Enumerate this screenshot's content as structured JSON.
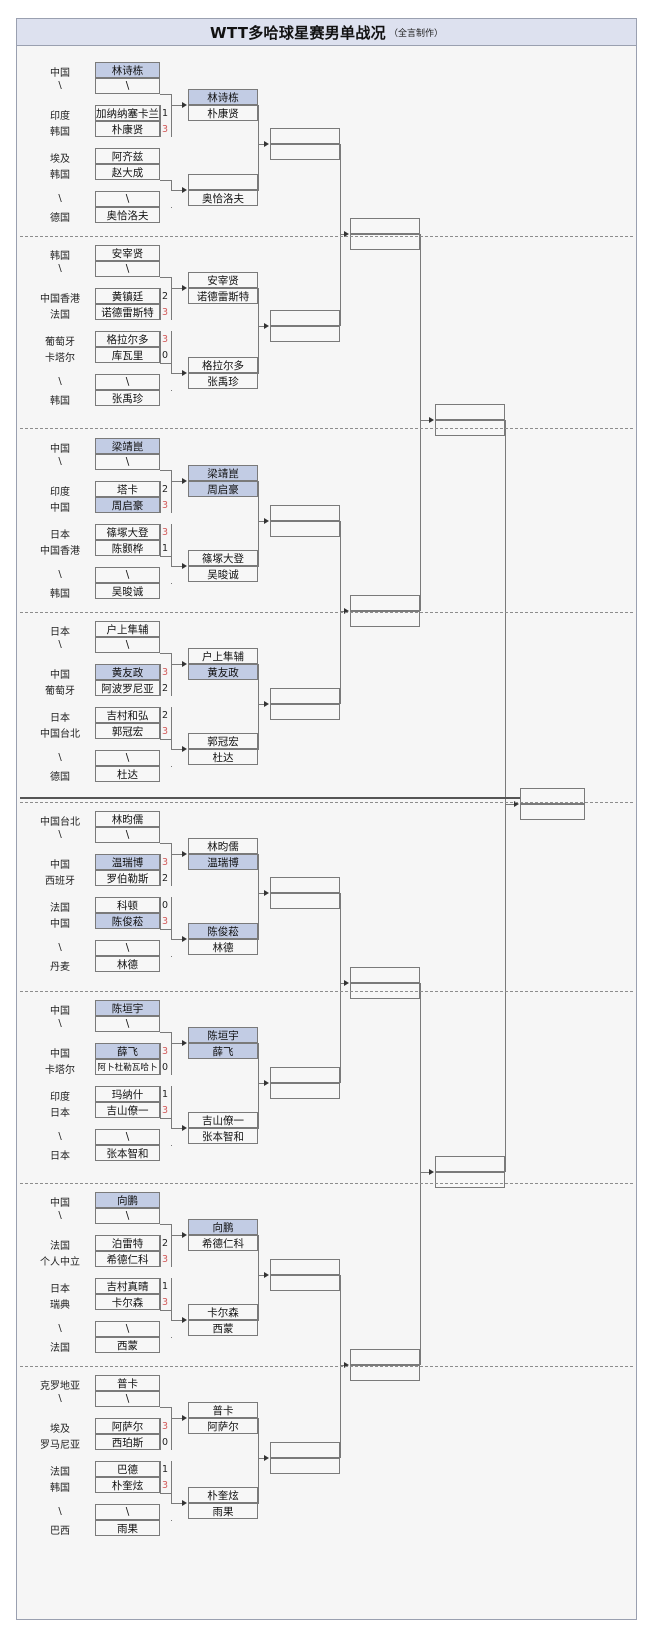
{
  "title": {
    "main": "WTT多哈球星赛男单战况",
    "sub": "（全言制作）"
  },
  "legend": {
    "bye_mark": "\\"
  },
  "sections": [
    {
      "id": "s1",
      "r1": [
        {
          "country": "中国",
          "name": "林诗栋",
          "score": "",
          "hl": true
        },
        {
          "country": "\\",
          "name": "\\",
          "score": "",
          "hl": false
        },
        {
          "country": "印度",
          "name": "加纳纳塞卡兰",
          "score": "1",
          "hl": false
        },
        {
          "country": "韩国",
          "name": "朴康贤",
          "score": "3",
          "hl": false
        },
        {
          "country": "埃及",
          "name": "阿齐兹",
          "score": "",
          "hl": false
        },
        {
          "country": "韩国",
          "name": "赵大成",
          "score": "",
          "hl": false
        },
        {
          "country": "\\",
          "name": "\\",
          "score": "",
          "hl": false
        },
        {
          "country": "德国",
          "name": "奥恰洛夫",
          "score": "",
          "hl": false
        }
      ],
      "r2": [
        {
          "name": "林诗栋",
          "hl": true
        },
        {
          "name": "朴康贤",
          "hl": false
        },
        {
          "name": "",
          "hl": false
        },
        {
          "name": "奥恰洛夫",
          "hl": false
        }
      ]
    },
    {
      "id": "s2",
      "r1": [
        {
          "country": "韩国",
          "name": "安宰贤",
          "score": "",
          "hl": false
        },
        {
          "country": "\\",
          "name": "\\",
          "score": "",
          "hl": false
        },
        {
          "country": "中国香港",
          "name": "黄镇廷",
          "score": "2",
          "hl": false
        },
        {
          "country": "法国",
          "name": "诺德雷斯特",
          "score": "3",
          "hl": false
        },
        {
          "country": "葡萄牙",
          "name": "格拉尔多",
          "score": "3",
          "hl": false
        },
        {
          "country": "卡塔尔",
          "name": "库瓦里",
          "score": "0",
          "hl": false
        },
        {
          "country": "\\",
          "name": "\\",
          "score": "",
          "hl": false
        },
        {
          "country": "韩国",
          "name": "张禹珍",
          "score": "",
          "hl": false
        }
      ],
      "r2": [
        {
          "name": "安宰贤",
          "hl": false
        },
        {
          "name": "诺德雷斯特",
          "hl": false
        },
        {
          "name": "格拉尔多",
          "hl": false
        },
        {
          "name": "张禹珍",
          "hl": false
        }
      ]
    },
    {
      "id": "s3",
      "r1": [
        {
          "country": "中国",
          "name": "梁靖崑",
          "score": "",
          "hl": true
        },
        {
          "country": "\\",
          "name": "\\",
          "score": "",
          "hl": false
        },
        {
          "country": "印度",
          "name": "塔卡",
          "score": "2",
          "hl": false
        },
        {
          "country": "中国",
          "name": "周启豪",
          "score": "3",
          "hl": true
        },
        {
          "country": "日本",
          "name": "篠塚大登",
          "score": "3",
          "hl": false
        },
        {
          "country": "中国香港",
          "name": "陈颢桦",
          "score": "1",
          "hl": false
        },
        {
          "country": "\\",
          "name": "\\",
          "score": "",
          "hl": false
        },
        {
          "country": "韩国",
          "name": "吴晙诚",
          "score": "",
          "hl": false
        }
      ],
      "r2": [
        {
          "name": "梁靖崑",
          "hl": true
        },
        {
          "name": "周启豪",
          "hl": true
        },
        {
          "name": "篠塚大登",
          "hl": false
        },
        {
          "name": "吴晙诚",
          "hl": false
        }
      ]
    },
    {
      "id": "s4",
      "r1": [
        {
          "country": "日本",
          "name": "户上隼辅",
          "score": "",
          "hl": false
        },
        {
          "country": "\\",
          "name": "\\",
          "score": "",
          "hl": false
        },
        {
          "country": "中国",
          "name": "黄友政",
          "score": "3",
          "hl": true
        },
        {
          "country": "葡萄牙",
          "name": "阿波罗尼亚",
          "score": "2",
          "hl": false
        },
        {
          "country": "日本",
          "name": "吉村和弘",
          "score": "2",
          "hl": false
        },
        {
          "country": "中国台北",
          "name": "郭冠宏",
          "score": "3",
          "hl": false
        },
        {
          "country": "\\",
          "name": "\\",
          "score": "",
          "hl": false
        },
        {
          "country": "德国",
          "name": "杜达",
          "score": "",
          "hl": false
        }
      ],
      "r2": [
        {
          "name": "户上隼辅",
          "hl": false
        },
        {
          "name": "黄友政",
          "hl": true
        },
        {
          "name": "郭冠宏",
          "hl": false
        },
        {
          "name": "杜达",
          "hl": false
        }
      ]
    },
    {
      "id": "s5",
      "r1": [
        {
          "country": "中国台北",
          "name": "林昀儒",
          "score": "",
          "hl": false
        },
        {
          "country": "\\",
          "name": "\\",
          "score": "",
          "hl": false
        },
        {
          "country": "中国",
          "name": "温瑞博",
          "score": "3",
          "hl": true
        },
        {
          "country": "西班牙",
          "name": "罗伯勒斯",
          "score": "2",
          "hl": false
        },
        {
          "country": "法国",
          "name": "科顿",
          "score": "0",
          "hl": false
        },
        {
          "country": "中国",
          "name": "陈俊菘",
          "score": "3",
          "hl": true
        },
        {
          "country": "\\",
          "name": "\\",
          "score": "",
          "hl": false
        },
        {
          "country": "丹麦",
          "name": "林德",
          "score": "",
          "hl": false
        }
      ],
      "r2": [
        {
          "name": "林昀儒",
          "hl": false
        },
        {
          "name": "温瑞博",
          "hl": true
        },
        {
          "name": "陈俊菘",
          "hl": true
        },
        {
          "name": "林德",
          "hl": false
        }
      ]
    },
    {
      "id": "s6",
      "r1": [
        {
          "country": "中国",
          "name": "陈垣宇",
          "score": "",
          "hl": true
        },
        {
          "country": "\\",
          "name": "\\",
          "score": "",
          "hl": false
        },
        {
          "country": "中国",
          "name": "薛飞",
          "score": "3",
          "hl": true
        },
        {
          "country": "卡塔尔",
          "name": "阿卜杜勒瓦哈卜",
          "score": "0",
          "hl": false
        },
        {
          "country": "印度",
          "name": "玛纳什",
          "score": "1",
          "hl": false
        },
        {
          "country": "日本",
          "name": "吉山僚一",
          "score": "3",
          "hl": false
        },
        {
          "country": "\\",
          "name": "\\",
          "score": "",
          "hl": false
        },
        {
          "country": "日本",
          "name": "张本智和",
          "score": "",
          "hl": false
        }
      ],
      "r2": [
        {
          "name": "陈垣宇",
          "hl": true
        },
        {
          "name": "薛飞",
          "hl": true
        },
        {
          "name": "吉山僚一",
          "hl": false
        },
        {
          "name": "张本智和",
          "hl": false
        }
      ]
    },
    {
      "id": "s7",
      "r1": [
        {
          "country": "中国",
          "name": "向鹏",
          "score": "",
          "hl": true
        },
        {
          "country": "\\",
          "name": "\\",
          "score": "",
          "hl": false
        },
        {
          "country": "法国",
          "name": "泊雷特",
          "score": "2",
          "hl": false
        },
        {
          "country": "个人中立",
          "name": "希德仁科",
          "score": "3",
          "hl": false
        },
        {
          "country": "日本",
          "name": "吉村真晴",
          "score": "1",
          "hl": false
        },
        {
          "country": "瑞典",
          "name": "卡尔森",
          "score": "3",
          "hl": false
        },
        {
          "country": "\\",
          "name": "\\",
          "score": "",
          "hl": false
        },
        {
          "country": "法国",
          "name": "西蒙",
          "score": "",
          "hl": false
        }
      ],
      "r2": [
        {
          "name": "向鹏",
          "hl": true
        },
        {
          "name": "希德仁科",
          "hl": false
        },
        {
          "name": "卡尔森",
          "hl": false
        },
        {
          "name": "西蒙",
          "hl": false
        }
      ]
    },
    {
      "id": "s8",
      "r1": [
        {
          "country": "克罗地亚",
          "name": "普卡",
          "score": "",
          "hl": false
        },
        {
          "country": "\\",
          "name": "\\",
          "score": "",
          "hl": false
        },
        {
          "country": "埃及",
          "name": "阿萨尔",
          "score": "3",
          "hl": false
        },
        {
          "country": "罗马尼亚",
          "name": "西珀斯",
          "score": "0",
          "hl": false
        },
        {
          "country": "法国",
          "name": "巴德",
          "score": "1",
          "hl": false
        },
        {
          "country": "韩国",
          "name": "朴奎炫",
          "score": "3",
          "hl": false
        },
        {
          "country": "\\",
          "name": "\\",
          "score": "",
          "hl": false
        },
        {
          "country": "巴西",
          "name": "雨果",
          "score": "",
          "hl": false
        }
      ],
      "r2": [
        {
          "name": "普卡",
          "hl": false
        },
        {
          "name": "阿萨尔",
          "hl": false
        },
        {
          "name": "朴奎炫",
          "hl": false
        },
        {
          "name": "雨果",
          "hl": false
        }
      ]
    }
  ],
  "round3": [
    {
      "top": "",
      "bottom": ""
    },
    {
      "top": "",
      "bottom": ""
    },
    {
      "top": "",
      "bottom": ""
    },
    {
      "top": "",
      "bottom": ""
    },
    {
      "top": "",
      "bottom": ""
    },
    {
      "top": "",
      "bottom": ""
    },
    {
      "top": "",
      "bottom": ""
    },
    {
      "top": "",
      "bottom": ""
    }
  ],
  "round4": [
    {
      "top": "",
      "bottom": ""
    },
    {
      "top": "",
      "bottom": ""
    },
    {
      "top": "",
      "bottom": ""
    },
    {
      "top": "",
      "bottom": ""
    }
  ],
  "round5": [
    {
      "top": "",
      "bottom": ""
    },
    {
      "top": "",
      "bottom": ""
    }
  ],
  "final": {
    "top": "",
    "bottom": ""
  },
  "colors": {
    "title_bg": "#dde1ef",
    "highlight": "#c2cce4",
    "box_border": "#7a7a7a",
    "win_score": "#d35c5c",
    "page_bg": "#f6f6f6"
  }
}
